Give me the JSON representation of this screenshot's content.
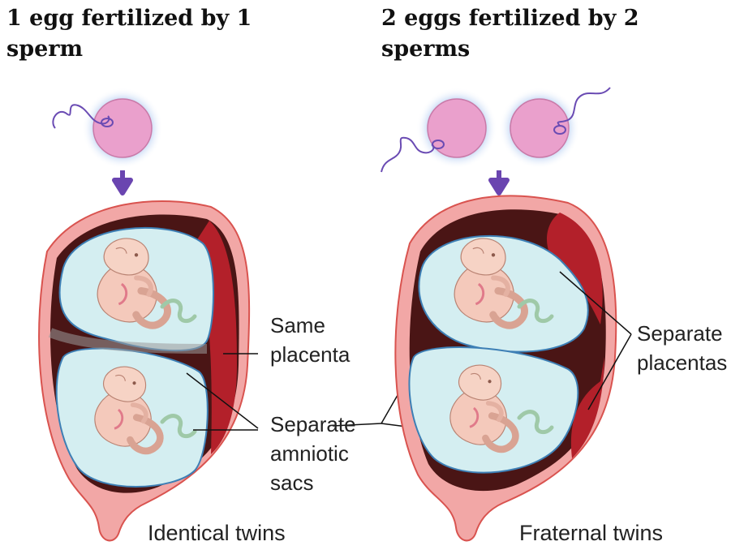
{
  "panels": {
    "left": {
      "heading_line1": "1 egg fertilized by 1",
      "heading_line2": "sperm",
      "caption": "Identical twins",
      "label_placenta_line1": "Same",
      "label_placenta_line2": "placenta",
      "label_sacs_line1": "Separate",
      "label_sacs_line2": "amniotic",
      "label_sacs_line3": "sacs"
    },
    "right": {
      "heading_line1": "2 eggs fertilized by 2",
      "heading_line2": "sperms",
      "caption": "Fraternal twins",
      "label_placentas_line1": "Separate",
      "label_placentas_line2": "placentas"
    }
  },
  "colors": {
    "uterus_wall": "#f2a7a6",
    "uterus_outline": "#d9534f",
    "cavity": "#4a1515",
    "placenta": "#b3202a",
    "sac_fill": "#d4eef1",
    "sac_outline": "#3d7fb5",
    "egg": "#eaa0cc",
    "egg_glow": "#c5d8f5",
    "sperm": "#6a4bb3",
    "arrow": "#6a45b0",
    "fetus": "#f4c9bb"
  }
}
